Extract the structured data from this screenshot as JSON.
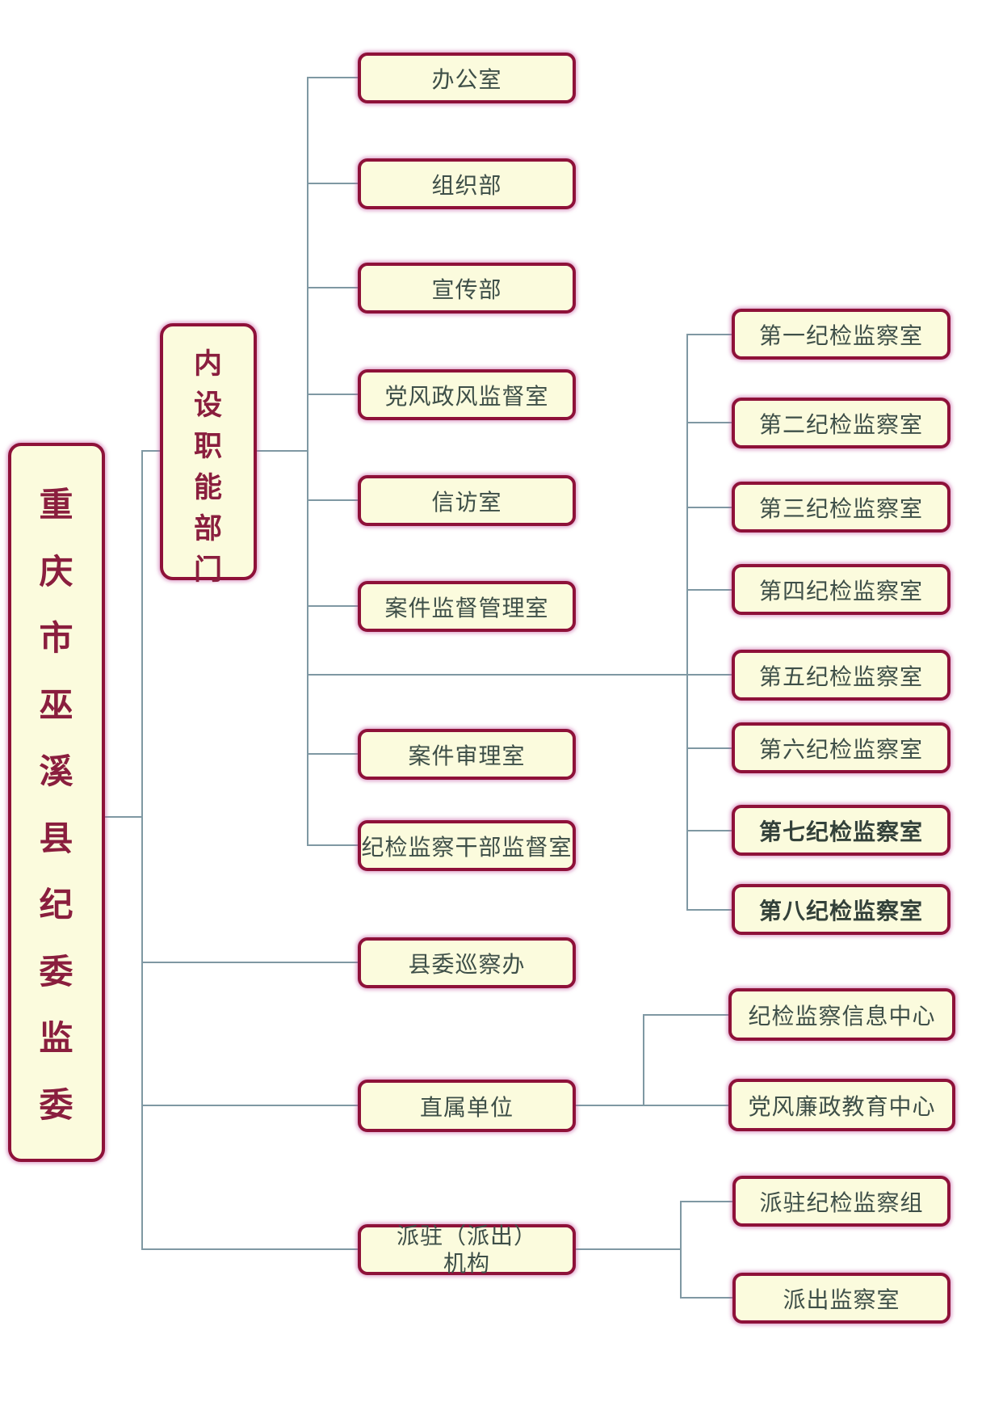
{
  "org": {
    "root_label": "重庆市巫溪县纪委监委",
    "internal_group_label": "内设职能部门",
    "internal_departments": [
      "办公室",
      "组织部",
      "宣传部",
      "党风政风监督室",
      "信访室",
      "案件监督管理室",
      "案件审理室",
      "纪检监察干部监督室"
    ],
    "county_inspection_office": "县委巡察办",
    "directly_affiliated_units": "直属单位",
    "dispatched_agencies": {
      "line1": "派驻（派出）",
      "line2": "机构"
    },
    "discipline_offices": [
      "第一纪检监察室",
      "第二纪检监察室",
      "第三纪检监察室",
      "第四纪检监察室",
      "第五纪检监察室",
      "第六纪检监察室",
      "第七纪检监察室",
      "第八纪检监察室"
    ],
    "info_center": "纪检监察信息中心",
    "education_center": "党风廉政教育中心",
    "dispatched_discipline_group": "派驻纪检监察组",
    "dispatched_supervision_office": "派出监察室"
  },
  "colors": {
    "border": "#8e1139",
    "fill": "#fbfbdd",
    "line": "#7f98a3",
    "label": "#3e4f48",
    "accent": "#8a1e3e",
    "bg": "#ffffff"
  }
}
